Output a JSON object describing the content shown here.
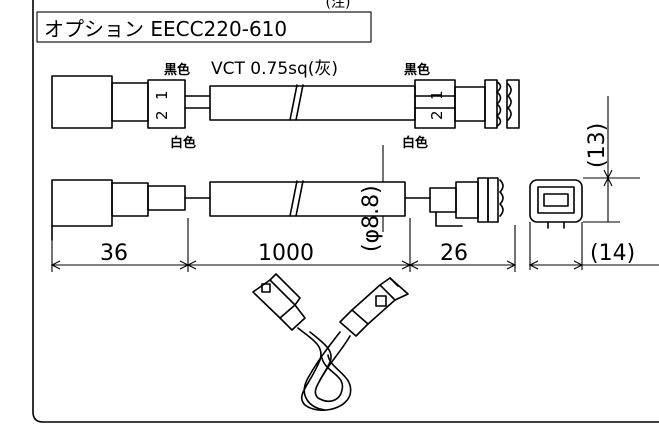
{
  "drawing": {
    "title": "オプション EECC220-610",
    "header_partial": "(注)",
    "cable_spec": "VCT 0.75sq(灰)",
    "wire_color_black": "黒色",
    "wire_color_white": "白色",
    "pin_2": "2",
    "pin_1": "1",
    "dims": {
      "connector_length": "36",
      "cable_length": "1000",
      "end_length": "26",
      "diameter": "(φ8.8)",
      "height": "(13)",
      "width": "(14)"
    }
  }
}
